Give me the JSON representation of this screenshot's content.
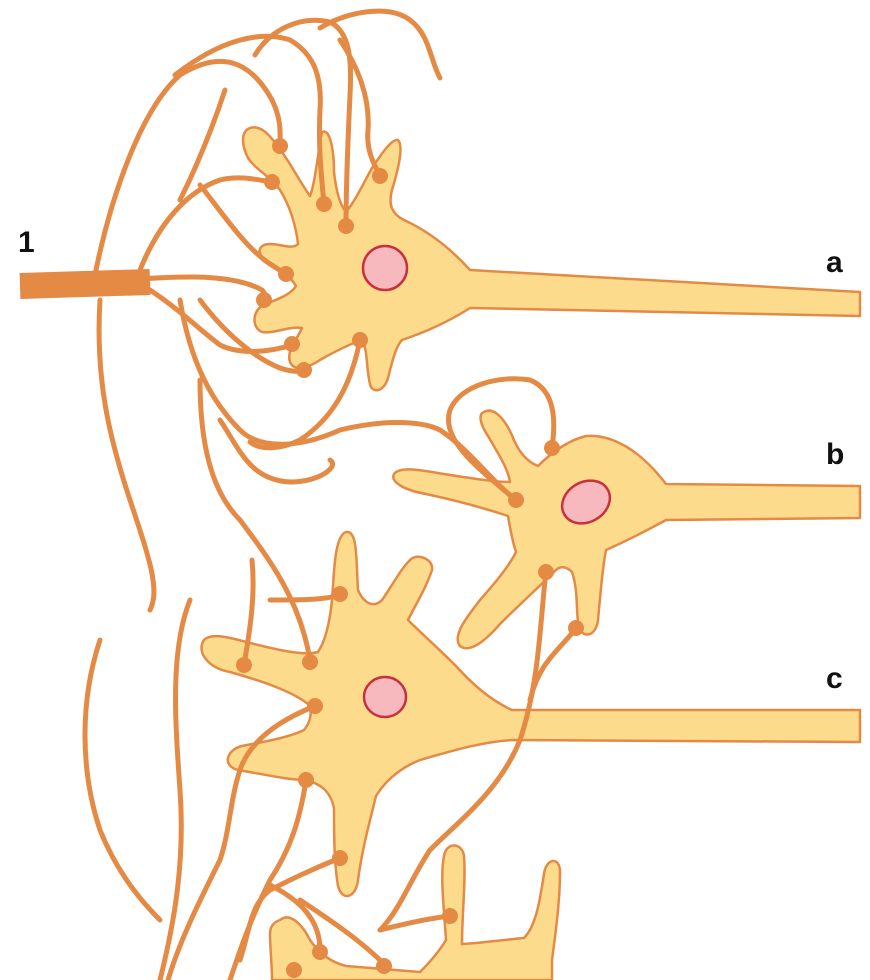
{
  "labels": {
    "input_fiber": "1",
    "neuron_a": "a",
    "neuron_b": "b",
    "neuron_c": "c"
  },
  "colors": {
    "fiber": "#e48a45",
    "cell_body": "#fcdc8c",
    "cell_outline": "#e48a45",
    "nucleus_fill": "#f7b9bd",
    "nucleus_outline": "#c9303d"
  }
}
